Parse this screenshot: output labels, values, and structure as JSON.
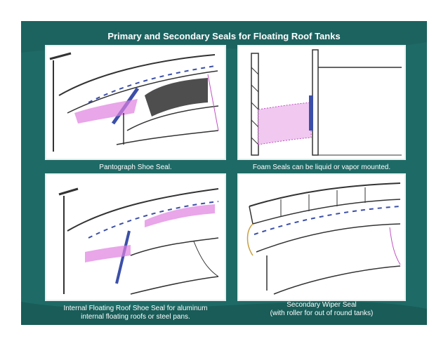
{
  "slide": {
    "title": "Primary and Secondary Seals for Floating Roof Tanks",
    "background_color": "#1e6a66",
    "panels": [
      {
        "caption": "Pantograph Shoe Seal."
      },
      {
        "caption": "Foam Seals can be liquid or vapor mounted."
      },
      {
        "caption_line1": "Internal Floating Roof Shoe Seal for aluminum",
        "caption_line2": "internal floating roofs or steel pans."
      },
      {
        "caption_line1": "Secondary Wiper Seal",
        "caption_line2": "(with roller for out of round tanks)"
      }
    ]
  }
}
